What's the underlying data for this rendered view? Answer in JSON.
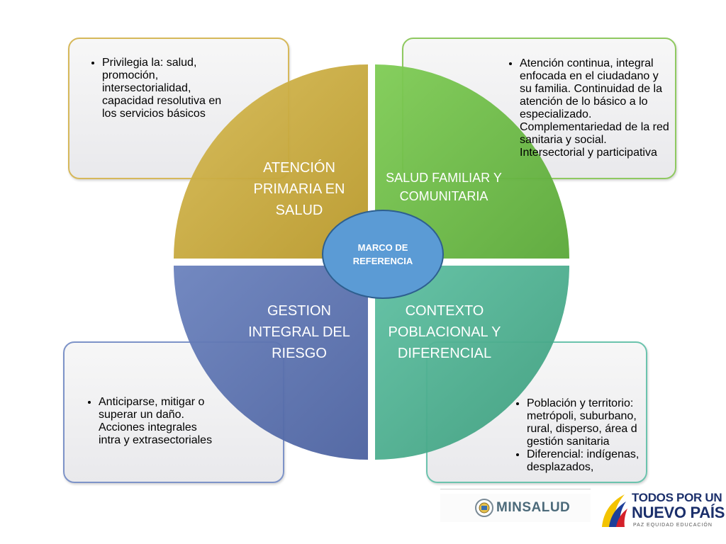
{
  "center": {
    "label": "MARCO DE REFERENCIA"
  },
  "quadrants": {
    "top_left": {
      "title": "ATENCIÓN PRIMARIA EN SALUD",
      "bullets": [
        "Privilegia la: salud, promoción, intersectorialidad, capacidad resolutiva en los servicios básicos"
      ],
      "color": "#c7a938"
    },
    "top_right": {
      "title": "SALUD FAMILIAR Y COMUNITARIA",
      "bullets": [
        "Atención continua, integral enfocada en el ciudadano y su familia. Continuidad de la atención de lo básico a lo especializado. Complementariedad de la red sanitaria y social. Intersectorial y participativa"
      ],
      "color": "#6dbb45"
    },
    "bottom_left": {
      "title": "GESTION INTEGRAL DEL RIESGO",
      "bullets": [
        "Anticiparse, mitigar o superar un  daño. Acciones integrales intra y extrasectoriales"
      ],
      "color": "#5b72ad"
    },
    "bottom_right": {
      "title": "CONTEXTO POBLACIONAL Y DIFERENCIAL",
      "bullets": [
        "Población y territorio: metrópoli, suburbano, rural, disperso, área d gestión sanitaria",
        "Diferencial: indígenas, desplazados,"
      ],
      "color": "#4cae8e"
    }
  },
  "center_color": "#5b9bd5",
  "footer": {
    "minsalud": "MINSALUD",
    "todos_line1": "TODOS POR UN",
    "todos_line2": "NUEVO PAÍS",
    "todos_line3": "PAZ  EQUIDAD  EDUCACIÓN"
  }
}
